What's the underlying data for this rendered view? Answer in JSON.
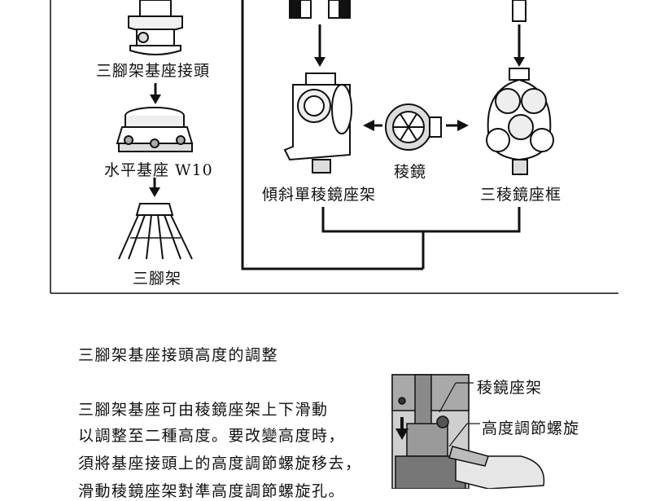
{
  "diagram": {
    "tribrach_adapter": "三腳架基座接頭",
    "tribrach": "水平基座 W10",
    "tripod": "三腳架",
    "prism": "稜鏡",
    "tilting_prism_holder": "傾斜單稜鏡座架",
    "triple_prism_holder": "三稜鏡座框"
  },
  "section": {
    "heading": "三腳架基座接頭高度的調整",
    "lines": [
      "三腳架基座可由稜鏡座架上下滑動",
      "以調整至二種高度。要改變高度時，",
      "須將基座接頭上的高度調節螺旋移去，",
      "滑動稜鏡座架對準高度調節螺旋孔。"
    ]
  },
  "photo_labels": {
    "prism_holder": "稜鏡座架",
    "height_screw": "高度調節螺旋"
  }
}
